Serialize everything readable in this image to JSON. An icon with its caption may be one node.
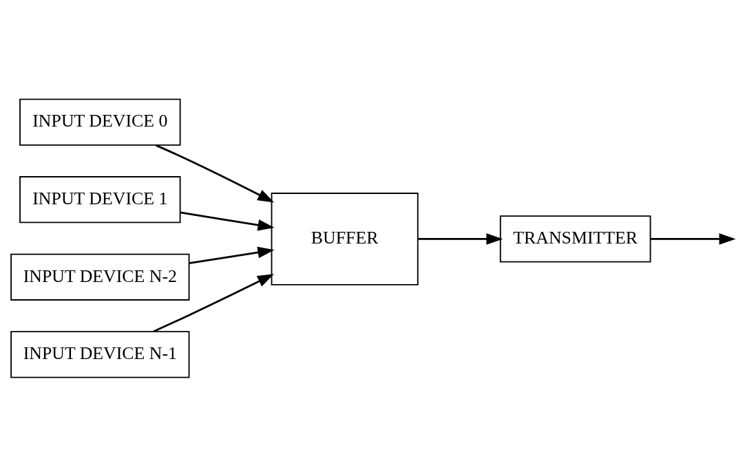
{
  "diagram": {
    "nodes": [
      {
        "text": [
          "INPUT DEVICE 0"
        ]
      },
      {
        "text": [
          "INPUT DEVICE 1"
        ]
      },
      {
        "text": [
          "INPUT DEVICE N-2"
        ]
      },
      {
        "text": [
          "INPUT DEVICE N-1"
        ]
      },
      {
        "text": [
          "BUFFER"
        ]
      },
      {
        "text": [
          "TRANSMITTER"
        ]
      }
    ],
    "edges": [
      {
        "from": 0,
        "to": 4,
        "arrow": "to"
      },
      {
        "from": 1,
        "to": 4,
        "arrow": "to"
      },
      {
        "from": 2,
        "to": 4,
        "arrow": "to"
      },
      {
        "from": 3,
        "to": 4,
        "arrow": "to"
      },
      {
        "from": 4,
        "to": 5,
        "arrow": "to"
      },
      {
        "from": 5,
        "to": null,
        "arrow": "to"
      }
    ]
  }
}
